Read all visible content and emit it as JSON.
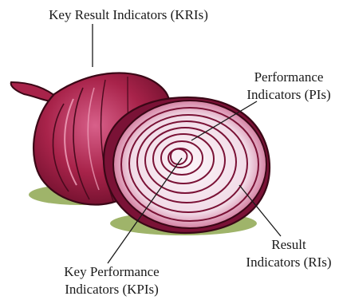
{
  "labels": {
    "kri": "Key Result Indicators (KRIs)",
    "pi": {
      "line1": "Performance",
      "line2": "Indicators (PIs)"
    },
    "ri": {
      "line1": "Result",
      "line2": "Indicators (RIs)"
    },
    "kpi": {
      "line1": "Key Performance",
      "line2": "Indicators (KPIs)"
    }
  },
  "colors": {
    "skin_dark": "#6e0f2c",
    "skin_mid": "#a8234a",
    "skin_light": "#d8608a",
    "flesh": "#f6ecf2",
    "ring": "#7a1236",
    "shadow": "#9fb46a"
  }
}
